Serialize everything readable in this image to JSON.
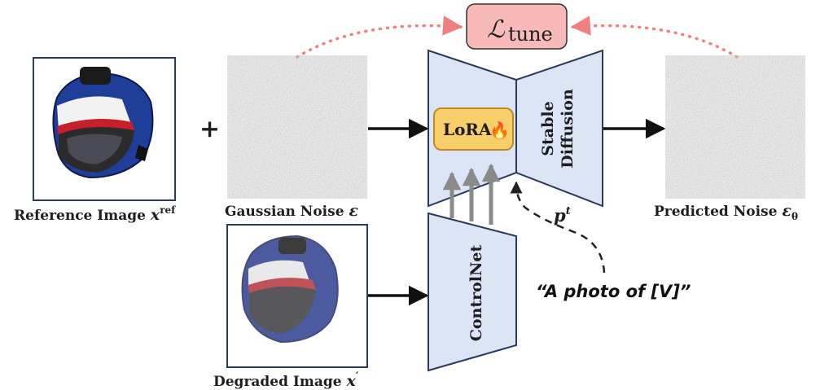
{
  "loss": {
    "symbol": "ℒ",
    "subscript": "tune"
  },
  "plus": "+",
  "lora": {
    "label": "LoRA",
    "emoji": "🔥"
  },
  "unet": {
    "line1": "Stable",
    "line2": "Diffusion"
  },
  "controlnet": {
    "label": "ControlNet"
  },
  "prompt": "“A photo of [V]”",
  "pt": {
    "base": "p",
    "sup": "t"
  },
  "captions": {
    "reference": {
      "text": "Reference Image ",
      "var": "x",
      "sup": "ref"
    },
    "gaussian": {
      "text": "Gaussian Noise ",
      "var": "ε"
    },
    "predicted": {
      "text": "Predicted Noise ",
      "var": "ε",
      "sub": "θ"
    },
    "degraded": {
      "text": "Degraded Image ",
      "var": "x",
      "sup": "′"
    }
  },
  "colors": {
    "loss_fill": "#f8b9b9",
    "lora_fill": "#f7cf6a",
    "network_fill": "#dbe5f6",
    "noise": "#8f8f8f",
    "dotted_arrow": "#f08080"
  }
}
